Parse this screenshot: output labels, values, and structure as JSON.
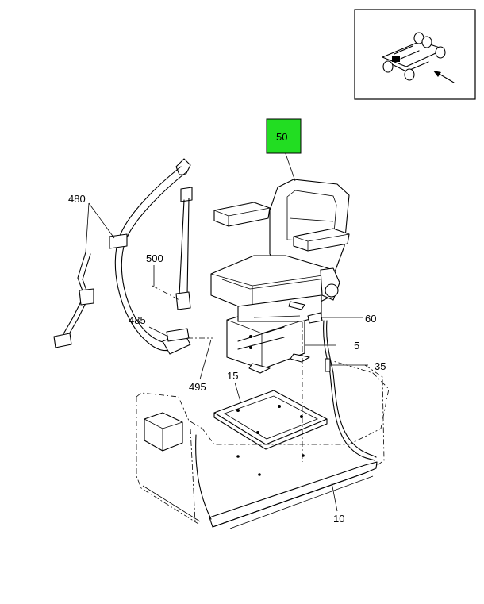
{
  "callouts": {
    "c50": "50",
    "c480": "480",
    "c500": "500",
    "c485": "485",
    "c495": "495",
    "c60": "60",
    "c5": "5",
    "c35": "35",
    "c15": "15",
    "c10": "10"
  },
  "colors": {
    "highlight": "#22dd22",
    "line": "#000000",
    "background": "#ffffff"
  }
}
